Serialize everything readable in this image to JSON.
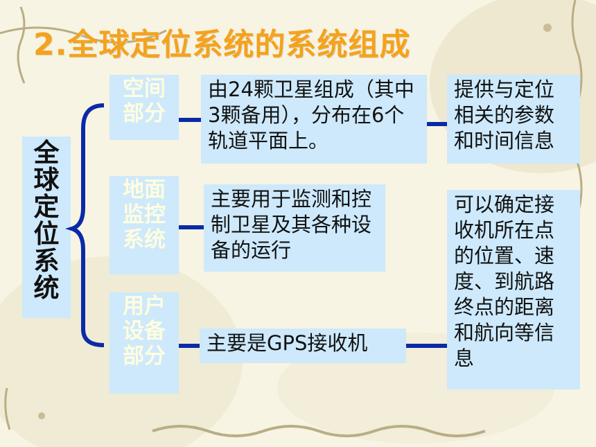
{
  "title": "2.全球定位系统的系统组成",
  "root": [
    "全",
    "球",
    "定",
    "位",
    "系",
    "统"
  ],
  "components": [
    {
      "label": [
        "空间",
        "部分"
      ],
      "desc": "由24颗卫星组成（其中3颗备用），分布在6个轨道平面上。"
    },
    {
      "label": [
        "地面",
        "监控",
        "系统"
      ],
      "desc": "主要用于监测和控制卫星及其各种设备的运行"
    },
    {
      "label": [
        "用户",
        "设备",
        "部分"
      ],
      "desc": "主要是GPS接收机"
    }
  ],
  "functions": [
    "提供与定位相关的参数和时间信息",
    "可以确定接收机所在点的位置、速度、到航路终点的距离和航向等信息"
  ],
  "colors": {
    "title": "#f5a21c",
    "box": "#cde9fb",
    "label_text": "#fffde0",
    "connector": "#0a2aa8"
  }
}
